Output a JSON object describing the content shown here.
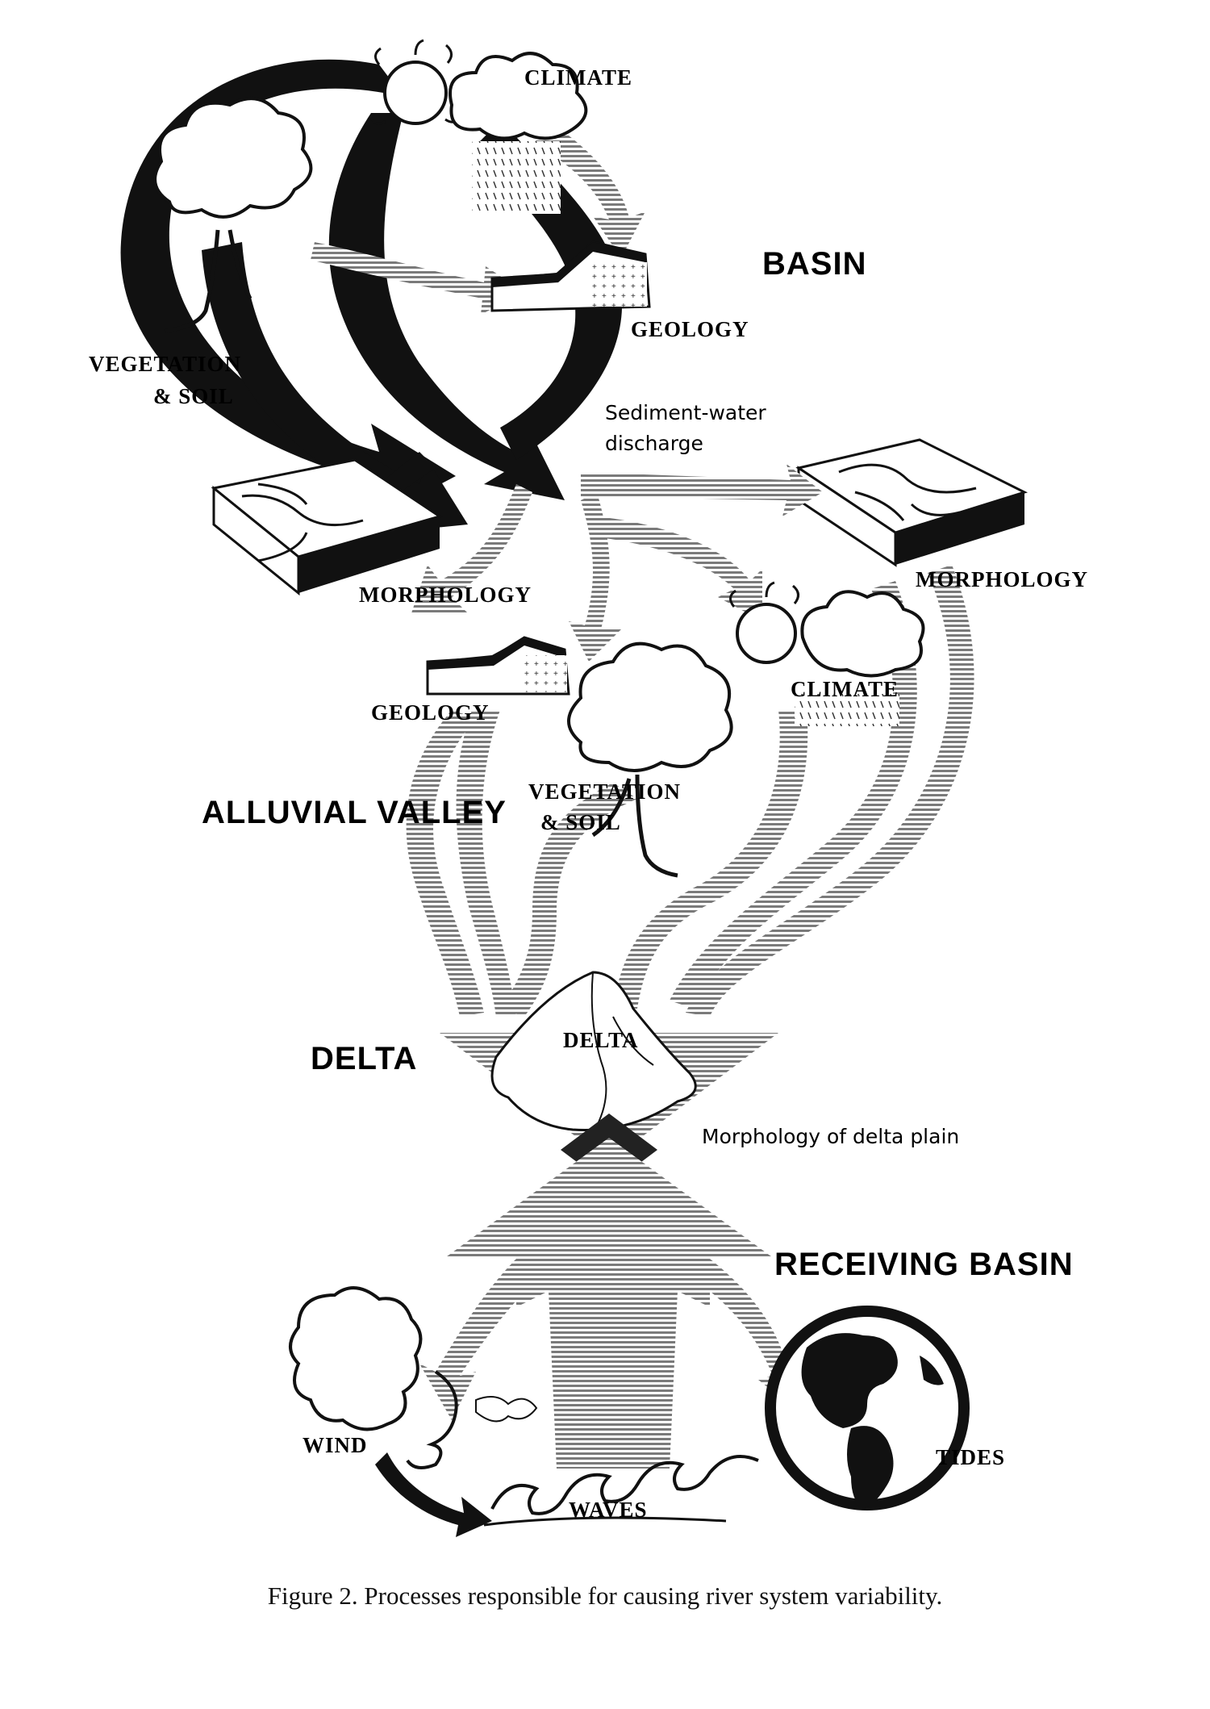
{
  "caption": "Figure 2.  Processes responsible for causing river system variability.",
  "labels": {
    "climate_top": "CLIMATE",
    "basin": "BASIN",
    "geology_top": "GEOLOGY",
    "vegetation_top_1": "VEGETATION",
    "vegetation_top_2": "& SOIL",
    "sediment_1": "Sediment-water",
    "sediment_2": "discharge",
    "morphology_left": "MORPHOLOGY",
    "morphology_right": "MORPHOLOGY",
    "geology_mid": "GEOLOGY",
    "climate_mid": "CLIMATE",
    "alluvial_valley": "ALLUVIAL VALLEY",
    "vegetation_mid_1": "VEGETATION",
    "vegetation_mid_2": "& SOIL",
    "delta_section": "DELTA",
    "delta_inside": "DELTA",
    "morphology_delta_plain": "Morphology of delta plain",
    "receiving_basin": "RECEIVING BASIN",
    "wind": "WIND",
    "tides": "TIDES",
    "waves": "WAVES"
  },
  "colors": {
    "ink": "#111111",
    "hatch": "#8c8c8c",
    "paper": "#ffffff"
  }
}
